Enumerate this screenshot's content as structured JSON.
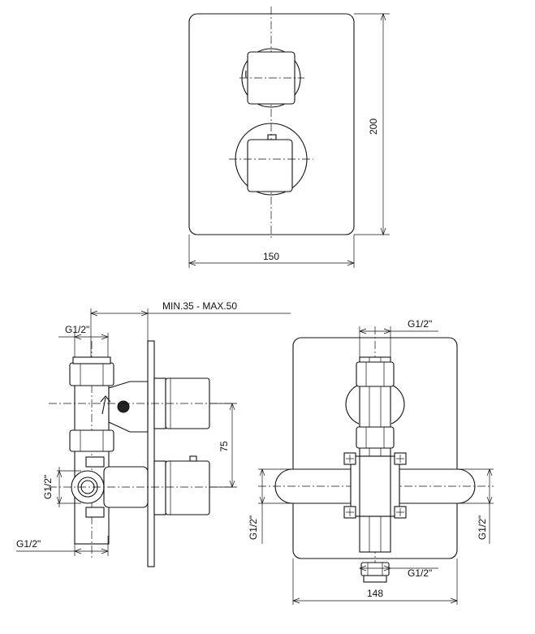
{
  "dimensions": {
    "front_height": "200",
    "front_width": "150",
    "depth_range": "MIN.35 - MAX.50",
    "outlet_spacing": "75",
    "back_width": "148"
  },
  "connections": {
    "side_top": "G1/2\"",
    "side_left": "G1/2\"",
    "side_bottom": "G1/2\"",
    "back_top": "G1/2\"",
    "back_left": "G1/2\"",
    "back_right": "G1/2\"",
    "back_bottom": "G1/2\""
  }
}
